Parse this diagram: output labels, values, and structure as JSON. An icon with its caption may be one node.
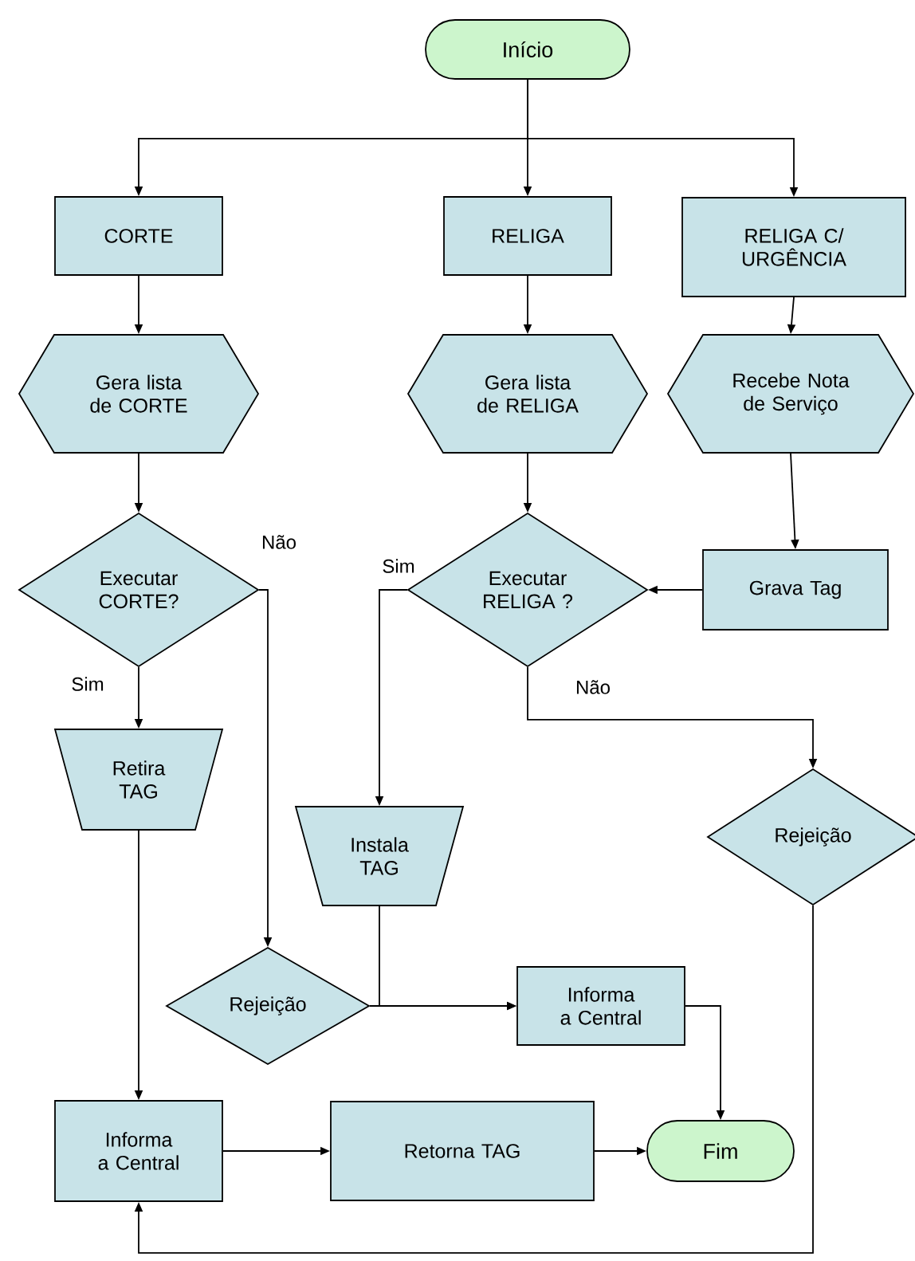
{
  "diagram": {
    "nodes": [
      {
        "text": [
          "Início"
        ]
      },
      {
        "text": [
          "CORTE"
        ]
      },
      {
        "text": [
          "RELIGA"
        ]
      },
      {
        "text": [
          "RELIGA C/ URGÊNCIA"
        ]
      },
      {
        "text": [
          "Gera lista de CORTE"
        ]
      },
      {
        "text": [
          "Gera lista de RELIGA"
        ]
      },
      {
        "text": [
          "Recebe Nota de Serviço"
        ]
      },
      {
        "text": [
          "Executar CORTE?"
        ]
      },
      {
        "text": [
          "Executar RELIGA ?"
        ]
      },
      {
        "text": [
          "Grava Tag"
        ]
      },
      {
        "text": [
          "Retira TAG"
        ]
      },
      {
        "text": [
          "Instala TAG"
        ]
      },
      {
        "text": [
          "Rejeição"
        ]
      },
      {
        "text": [
          "Rejeição"
        ]
      },
      {
        "text": [
          "Informa a Central"
        ]
      },
      {
        "text": [
          "Informa a Central"
        ]
      },
      {
        "text": [
          "Retorna TAG"
        ]
      },
      {
        "text": [
          "Fim"
        ]
      }
    ],
    "edges": [
      {
        "from": 0,
        "to": 1,
        "arrow": "to"
      },
      {
        "from": 0,
        "to": 2,
        "arrow": "to"
      },
      {
        "from": 0,
        "to": 3,
        "arrow": "to"
      },
      {
        "from": 1,
        "to": 4,
        "arrow": "to"
      },
      {
        "from": 2,
        "to": 5,
        "arrow": "to"
      },
      {
        "from": 3,
        "to": 6,
        "arrow": "to"
      },
      {
        "from": 4,
        "to": 7,
        "arrow": "to"
      },
      {
        "from": 5,
        "to": 8,
        "arrow": "to"
      },
      {
        "from": 6,
        "to": 9,
        "arrow": "to"
      },
      {
        "from": 9,
        "to": 8,
        "arrow": "to"
      },
      {
        "from": 7,
        "to": 10,
        "arrow": "to",
        "label": "Sim"
      },
      {
        "from": 7,
        "to": 13,
        "arrow": "to",
        "label": "Não"
      },
      {
        "from": 8,
        "to": 11,
        "arrow": "to",
        "label": "Sim"
      },
      {
        "from": 8,
        "to": 12,
        "arrow": "to",
        "label": "Não"
      },
      {
        "from": 13,
        "to": 14,
        "arrow": "to"
      },
      {
        "from": 11,
        "to": 14,
        "arrow": "to"
      },
      {
        "from": 10,
        "to": 15,
        "arrow": "to"
      },
      {
        "from": 15,
        "to": 16,
        "arrow": "to"
      },
      {
        "from": 16,
        "to": 17,
        "arrow": "to"
      },
      {
        "from": 14,
        "to": 17,
        "arrow": "to"
      },
      {
        "from": 12,
        "to": 15,
        "arrow": "to"
      }
    ]
  }
}
